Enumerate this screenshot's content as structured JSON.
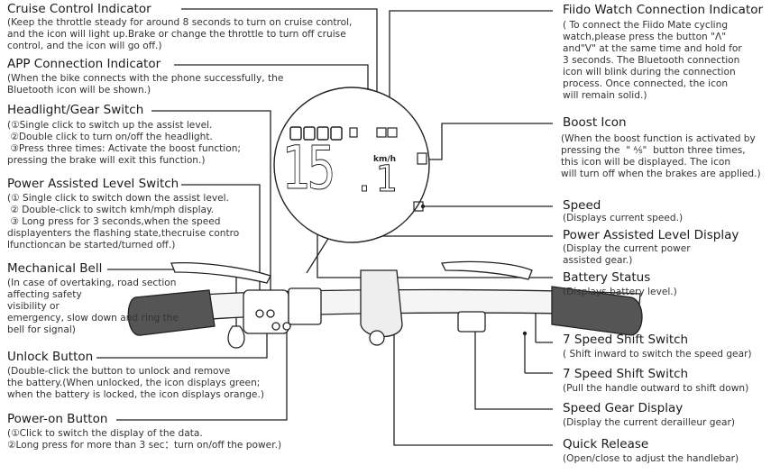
{
  "left": [
    {
      "id": "cruise",
      "title": "Cruise Control Indicator",
      "desc": "(Keep the throttle steady for around 8 seconds to turn on cruise control,\nand the icon will light up.Brake or change the throttle to turn off cruise\ncontrol, and the icon will go off.)"
    },
    {
      "id": "app",
      "title": "APP Connection Indicator",
      "desc": "(When the bike connects with the phone successfully, the\nBluetooth icon will be shown.)"
    },
    {
      "id": "headlight",
      "title": "Headlight/Gear Switch",
      "desc": "(①Single click to switch up the assist level.\n ②Double click to turn on/off the headlight.\n ③Press three times: Activate the boost function;\npressing the brake will exit this function.)"
    },
    {
      "id": "pas",
      "title": "Power Assisted Level Switch",
      "desc": "(① Single click to switch down the assist level.\n ② Double-click to switch kmh/mph display.\n ③ Long press for 3 seconds,when the speed\ndisplayenters the flashing state,thecruise contro\nlfunctioncan be started/turned off.)"
    },
    {
      "id": "bell",
      "title": "Mechanical Bell",
      "desc": "(In case of overtaking, road section\naffecting safety\nvisibility or\nemergency, slow down and ring the\nbell for signal)"
    },
    {
      "id": "unlock",
      "title": "Unlock Button",
      "desc": "(Double-click the button to unlock and remove\nthe battery.(When unlocked, the icon displays green;\nwhen the battery is locked, the icon displays orange.)"
    },
    {
      "id": "power",
      "title": "Power-on Button",
      "desc": "(①Click to switch the display of the data.\n②Long press for more than 3 sec：turn on/off the power.)"
    }
  ],
  "right": [
    {
      "id": "fiido",
      "title": "Fiido Watch Connection Indicator",
      "desc": "( To connect the Fiido Mate cycling\nwatch,please press the button \"Λ\"\nand\"V\" at the same time and hold for\n3 seconds. The Bluetooth connection\nicon will blink during the connection\nprocess. Once connected, the icon\nwill remain solid.)"
    },
    {
      "id": "boost",
      "title": "Boost Icon",
      "desc": "(When the boost function is activated by\npressing the  \" ⅍\"  button three times,\nthis icon will be displayed. The icon\nwill turn off when the brakes are applied.)"
    },
    {
      "id": "speed",
      "title": "Speed",
      "desc": "(Displays current speed.)"
    },
    {
      "id": "paslevel",
      "title": "Power Assisted Level Display",
      "desc": "(Display the current power\nassisted gear.)"
    },
    {
      "id": "battery",
      "title": "Battery Status",
      "desc": "(Displays battery level.)"
    },
    {
      "id": "shift1",
      "title": "7 Speed Shift Switch",
      "desc": "( Shift inward to switch the speed gear)"
    },
    {
      "id": "shift2",
      "title": "7 Speed Shift Switch",
      "desc": "(Pull the handle outward to shift down)"
    },
    {
      "id": "geardisp",
      "title": "Speed Gear Display",
      "desc": "(Display the current derailleur gear)"
    },
    {
      "id": "quick",
      "title": "Quick Release",
      "desc": "(Open/close to adjust the handlebar)"
    }
  ],
  "display": {
    "speed_int": "15",
    "speed_dec": ".1",
    "unit": "km/h"
  }
}
